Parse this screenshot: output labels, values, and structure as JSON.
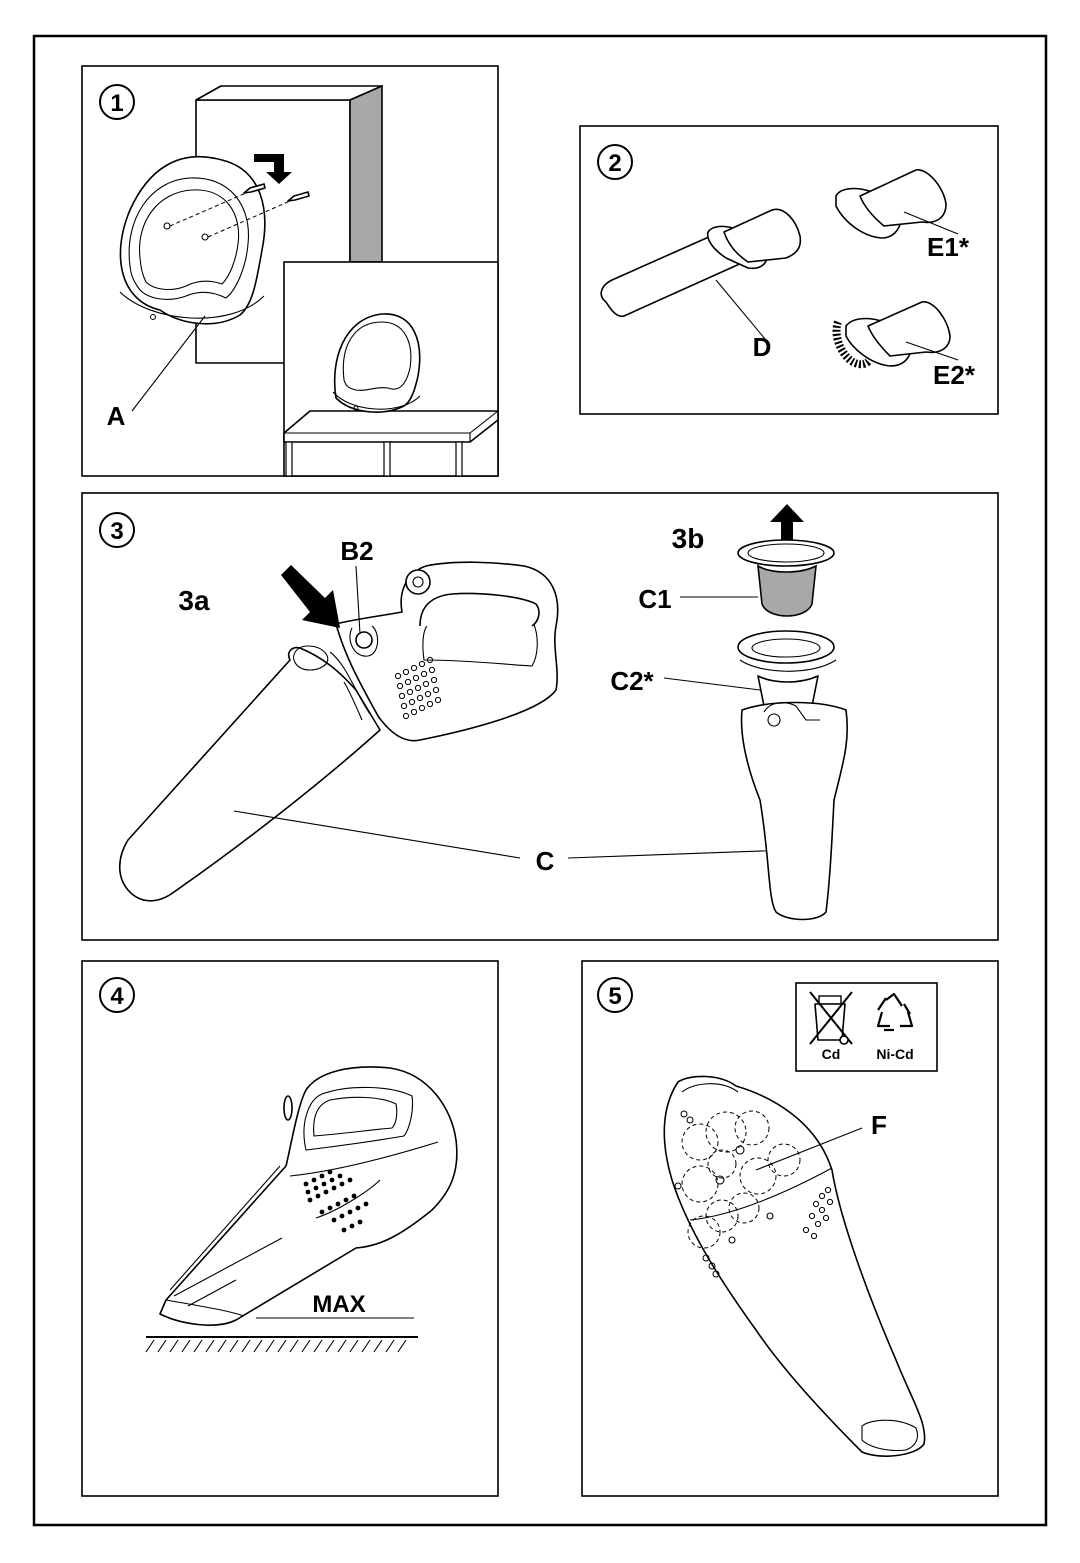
{
  "panels": {
    "p1": {
      "number": "1",
      "labels": {
        "A": "A"
      }
    },
    "p2": {
      "number": "2",
      "labels": {
        "D": "D",
        "E1": "E1*",
        "E2": "E2*"
      }
    },
    "p3": {
      "number": "3",
      "labels": {
        "sub_a": "3a",
        "sub_b": "3b",
        "B2": "B2",
        "C1": "C1",
        "C2": "C2*",
        "C": "C"
      }
    },
    "p4": {
      "number": "4",
      "labels": {
        "MAX": "MAX"
      }
    },
    "p5": {
      "number": "5",
      "labels": {
        "F": "F",
        "cd": "Cd",
        "nicd": "Ni-Cd"
      }
    }
  },
  "icons": [
    "crossed-out-bin-icon",
    "recycling-icon",
    "arrow-icon"
  ]
}
